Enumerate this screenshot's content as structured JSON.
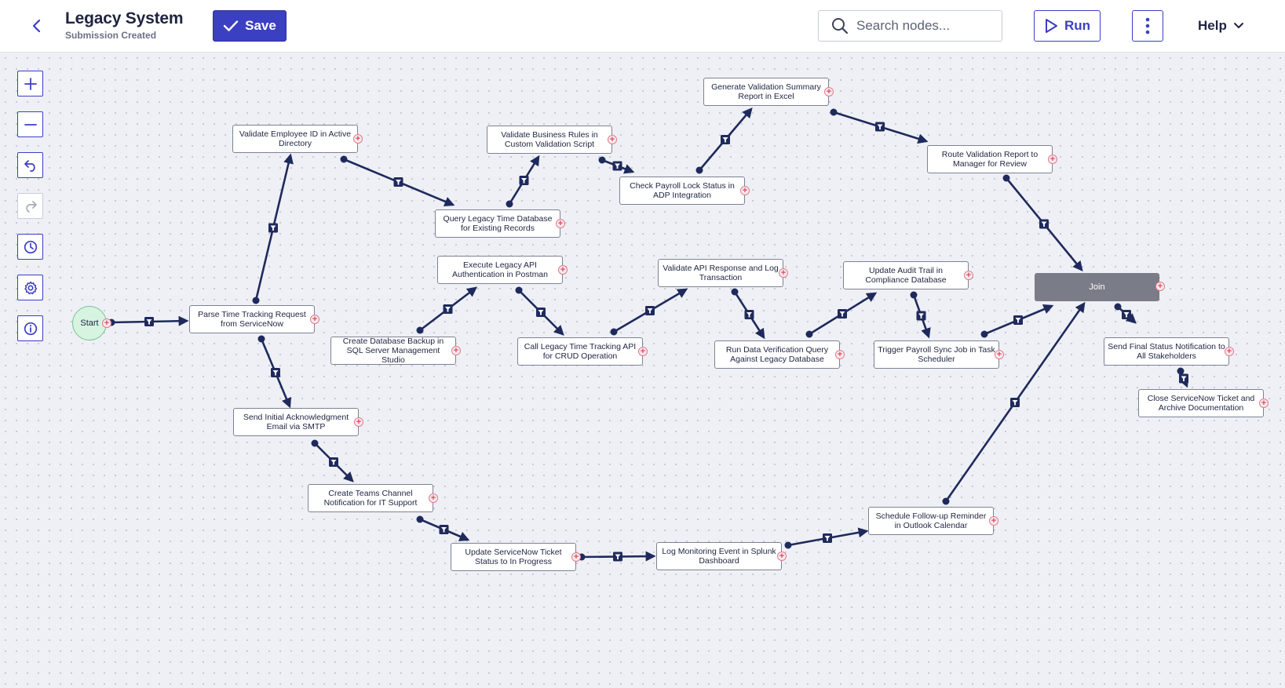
{
  "header": {
    "title": "Legacy System",
    "subtitle": "Submission Created",
    "save_label": "Save",
    "search_placeholder": "Search nodes...",
    "run_label": "Run",
    "help_label": "Help"
  },
  "toolbar": {
    "items": [
      "zoom-in-icon",
      "zoom-out-icon",
      "undo-icon",
      "redo-icon",
      "history-icon",
      "gear-icon",
      "info-icon"
    ],
    "redo_disabled": true
  },
  "colors": {
    "accent": "#3b3fc1",
    "edge": "#1f2a5c",
    "start_fill": "#d7f4e1",
    "join_fill": "#7a7c87",
    "plus_fill": "#fbe9ec"
  },
  "workflow": {
    "start_label": "Start",
    "join_label": "Join",
    "nodes": [
      "Validate Employee ID in Active Directory",
      "Parse Time Tracking Request from ServiceNow",
      "Send Initial Acknowledgment Email via SMTP",
      "Create Teams Channel Notification for IT Support",
      "Update ServiceNow Ticket Status to In Progress",
      "Log Monitoring Event in Splunk Dashboard",
      "Schedule Follow-up Reminder in Outlook Calendar",
      "Query Legacy Time Database for Existing Records",
      "Validate Business Rules in Custom Validation Script",
      "Check Payroll Lock Status in ADP Integration",
      "Generate Validation Summary Report in Excel",
      "Route Validation Report to Manager for Review",
      "Execute Legacy API Authentication in Postman",
      "Create Database Backup in SQL Server Management Studio",
      "Call Legacy Time Tracking API for CRUD Operation",
      "Validate API Response and Log Transaction",
      "Run Data Verification Query Against Legacy Database",
      "Update Audit Trail in Compliance Database",
      "Trigger Payroll Sync Job in Task Scheduler",
      "Send Final Status Notification to All Stakeholders",
      "Close ServiceNow Ticket and Archive Documentation"
    ]
  }
}
